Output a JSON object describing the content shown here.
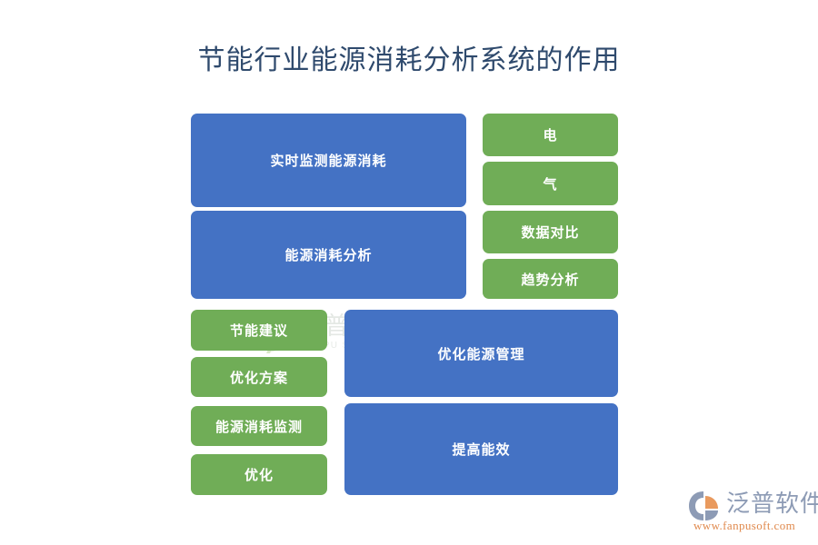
{
  "page": {
    "title": "节能行业能源消耗分析系统的作用",
    "background": "#ffffff",
    "title_color": "#2f4a6d"
  },
  "colors": {
    "blue": "#4472c4",
    "green": "#70ad57",
    "title": "#2f4a6d",
    "brand_name": "#8d9bb5",
    "brand_url": "#e08a4e",
    "watermark": "#cfd6cf"
  },
  "diagram": {
    "type": "grouped-blocks",
    "groups": [
      {
        "name": "monitoring",
        "primary": {
          "label": "实时监测能源消耗",
          "color": "blue"
        },
        "children": [
          {
            "label": "电",
            "color": "green"
          },
          {
            "label": "气",
            "color": "green"
          }
        ]
      },
      {
        "name": "analysis",
        "primary": {
          "label": "能源消耗分析",
          "color": "blue"
        },
        "children": [
          {
            "label": "数据对比",
            "color": "green"
          },
          {
            "label": "趋势分析",
            "color": "green"
          }
        ]
      },
      {
        "name": "optimize-management",
        "primary": {
          "label": "优化能源管理",
          "color": "blue"
        },
        "children": [
          {
            "label": "节能建议",
            "color": "green"
          },
          {
            "label": "优化方案",
            "color": "green"
          }
        ]
      },
      {
        "name": "improve-efficiency",
        "primary": {
          "label": "提高能效",
          "color": "blue"
        },
        "children": [
          {
            "label": "能源消耗监测",
            "color": "green"
          },
          {
            "label": "优化",
            "color": "green"
          }
        ]
      }
    ],
    "blocks": [
      {
        "id": "b1",
        "label": "实时监测能源消耗"
      },
      {
        "id": "b2",
        "label": "能源消耗分析"
      },
      {
        "id": "b3",
        "label": "优化能源管理"
      },
      {
        "id": "b4",
        "label": "提高能效"
      },
      {
        "id": "g1",
        "label": "电"
      },
      {
        "id": "g2",
        "label": "气"
      },
      {
        "id": "g3",
        "label": "数据对比"
      },
      {
        "id": "g4",
        "label": "趋势分析"
      },
      {
        "id": "g5",
        "label": "节能建议"
      },
      {
        "id": "g6",
        "label": "优化方案"
      },
      {
        "id": "g7",
        "label": "能源消耗监测"
      },
      {
        "id": "g8",
        "label": "优化"
      }
    ]
  },
  "watermark": {
    "text": "泛普软件",
    "subtext": "FANPU SOFTWARE"
  },
  "brand": {
    "name": "泛普软件",
    "url": "www.fanpusoft.com"
  }
}
